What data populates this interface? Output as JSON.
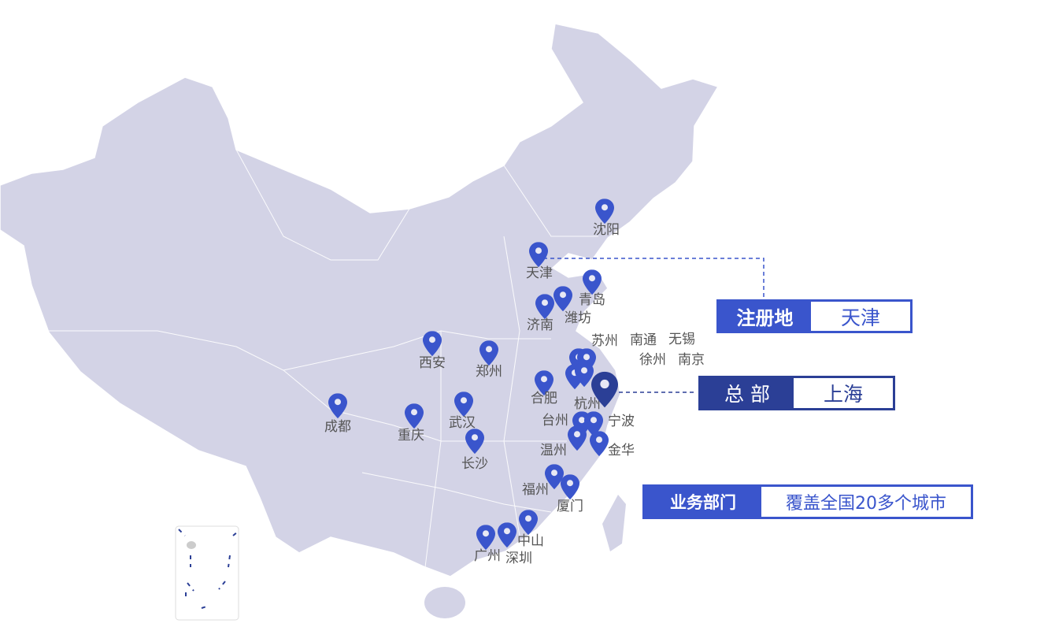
{
  "colors": {
    "land": "#d3d3e6",
    "border": "#ffffff",
    "pin": "#3a55cc",
    "hq_pin": "#2b3f96",
    "accent": "#3a55cc",
    "hq": "#2b3f96"
  },
  "cities": [
    "沈阳",
    "天津",
    "青岛",
    "潍坊",
    "济南",
    "西安",
    "郑州",
    "苏州",
    "南通",
    "无锡",
    "徐州",
    "南京",
    "合肥",
    "杭州",
    "成都",
    "重庆",
    "武汉",
    "长沙",
    "台州",
    "宁波",
    "温州",
    "金华",
    "福州",
    "厦门",
    "中山",
    "深圳",
    "广州"
  ],
  "info": {
    "registered": {
      "label": "注册地",
      "value": "天津"
    },
    "hq": {
      "label": "总 部",
      "value": "上海"
    },
    "business": {
      "label": "业务部门",
      "value": "覆盖全国20多个城市"
    }
  }
}
